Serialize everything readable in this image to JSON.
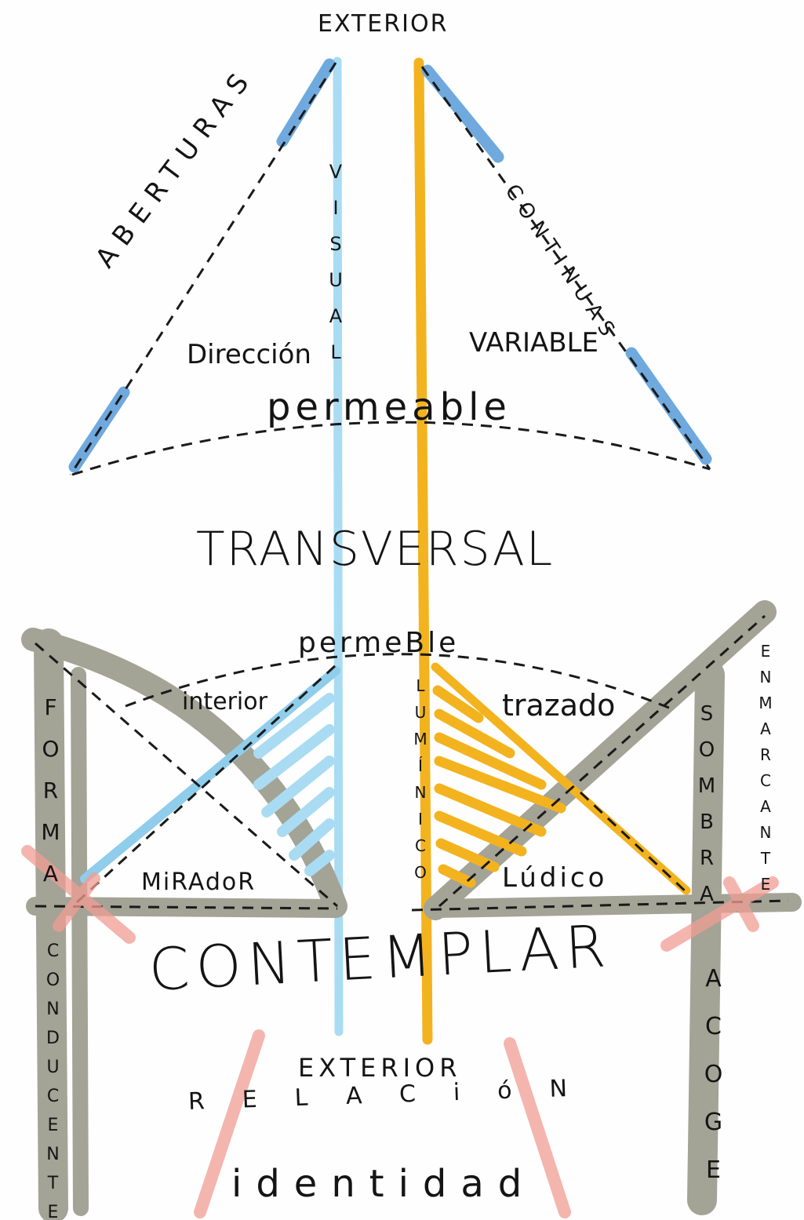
{
  "labels": {
    "top_exterior": "EXTERIOR",
    "aberturas": "ABERTURAS",
    "visual": "VISUAL",
    "continuas": "CONTINUAS",
    "direccion": "Dirección",
    "variable": "VARIABLE",
    "permeable_top": "permeable",
    "transversal": "TRANSVERSAL",
    "permeble_mid": "permeBle",
    "interior": "interior",
    "trazado": "trazado",
    "luminico": "LUMÍNICO",
    "forma": "FORMA",
    "sombra": "SOMBRA",
    "enmarcante": "ENMARCANTE",
    "mirador": "MiRAdoR",
    "ludico": "Lúdico",
    "contemplar": "CONTEMPLAR",
    "conducente": "CONDUCENTE",
    "acoge": "ACOGE",
    "bottom_exterior": "EXTERIOR",
    "relacion": "RELACióN",
    "identidad": "identidad"
  },
  "colors": {
    "visual_blue": "#a9dcf3",
    "aperture_blue": "#6fa9de",
    "luminous_yellow": "#f3b31f",
    "structure_gray": "#a3a396",
    "accent_red": "#f19d94",
    "ink": "#141414"
  }
}
